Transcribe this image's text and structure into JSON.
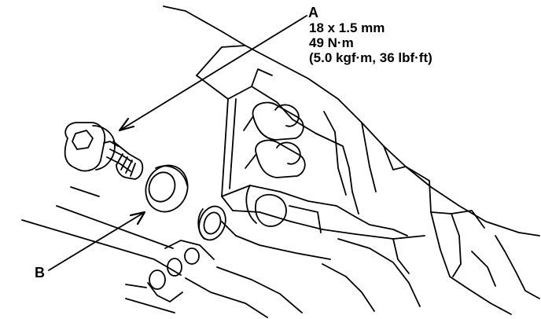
{
  "callouts": {
    "a": {
      "letter": "A",
      "size": "18 x 1.5 mm",
      "torque_nm": "49 N·m",
      "torque_alt": "(5.0 kgf·m, 36 lbf·ft)"
    },
    "b": {
      "letter": "B"
    }
  },
  "colors": {
    "ink": "#000000",
    "paper": "#ffffff"
  }
}
